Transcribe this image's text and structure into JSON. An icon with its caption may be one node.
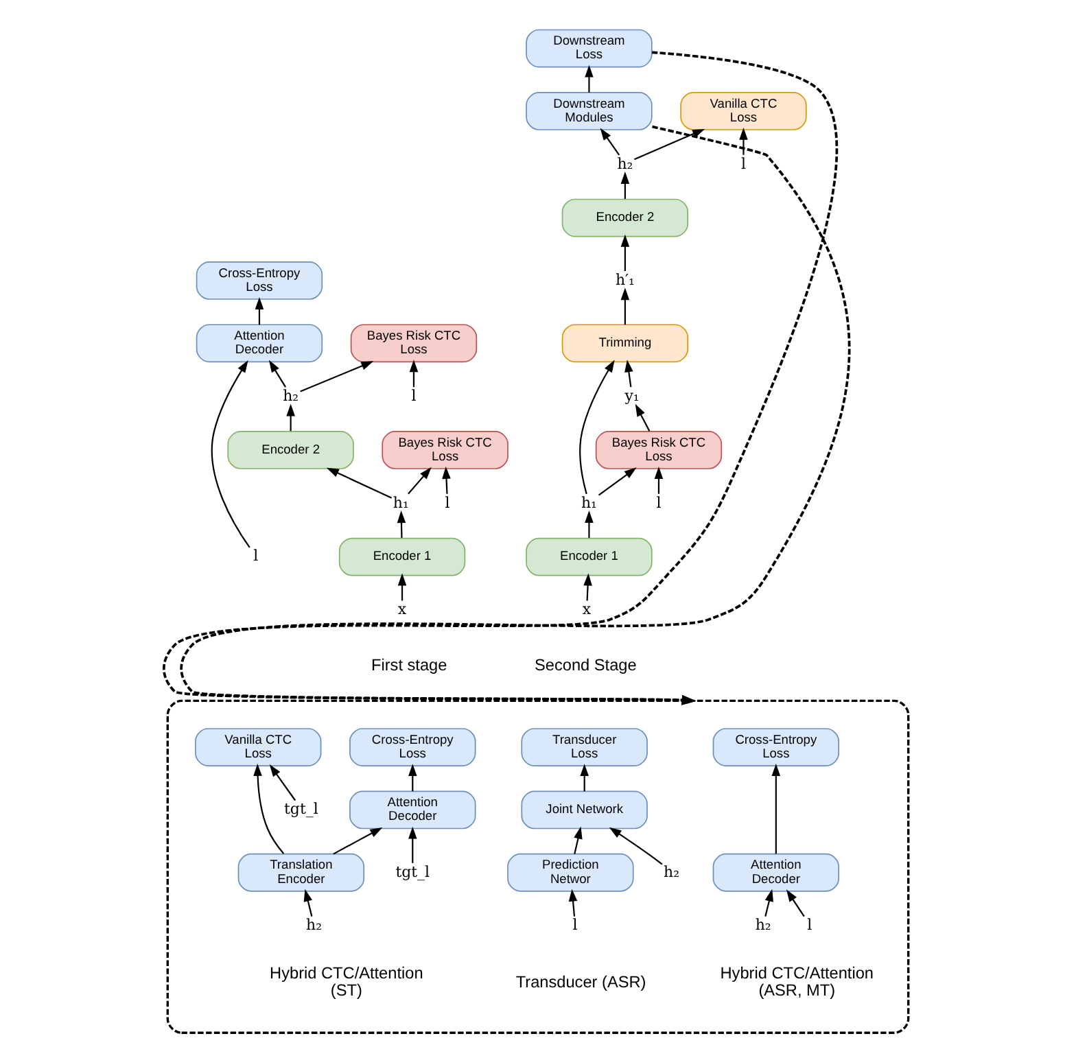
{
  "diagram": {
    "nodes": [
      {
        "text": [
          "Bayes Risk CTC Loss"
        ]
      },
      {
        "text": [
          "l"
        ]
      },
      {
        "text": [
          "h₂"
        ]
      },
      {
        "text": [
          "Encoder 2"
        ]
      },
      {
        "text": [
          "Bayes Risk CTC Loss"
        ]
      },
      {
        "text": [
          "h₁"
        ]
      },
      {
        "text": [
          "l"
        ]
      },
      {
        "text": [
          "Encoder 1"
        ]
      },
      {
        "text": [
          "x"
        ]
      },
      {
        "text": [
          "Cross-Entropy Loss"
        ]
      },
      {
        "text": [
          "Attention Decoder"
        ]
      },
      {
        "text": [
          "l"
        ]
      },
      {
        "text": [
          "Vanilla CTC Loss"
        ]
      },
      {
        "text": [
          "l"
        ]
      },
      {
        "text": [
          "h₂"
        ]
      },
      {
        "text": [
          "Encoder 2"
        ]
      },
      {
        "text": [
          "h′₁"
        ]
      },
      {
        "text": [
          "Trimming"
        ]
      },
      {
        "text": [
          "y₁"
        ]
      },
      {
        "text": [
          "Bayes Risk CTC Loss"
        ]
      },
      {
        "text": [
          "h₁"
        ]
      },
      {
        "text": [
          "l"
        ]
      },
      {
        "text": [
          "Encoder 1"
        ]
      },
      {
        "text": [
          "x"
        ]
      },
      {
        "text": [
          "Downstream Loss"
        ]
      },
      {
        "text": [
          "Downstream Modules"
        ]
      },
      {
        "text": [],
        "shape": "box"
      },
      {
        "text": [
          "Cross-Entropy Loss"
        ],
        "in": 26
      },
      {
        "text": [
          "Attention Decoder"
        ],
        "in": 26
      },
      {
        "text": [
          "h₂"
        ],
        "in": 26
      },
      {
        "text": [
          "l"
        ],
        "in": 26
      },
      {
        "text": [
          "Transducer Loss"
        ],
        "in": 26
      },
      {
        "text": [
          "Joint Network"
        ],
        "in": 26
      },
      {
        "text": [
          "h₂"
        ],
        "in": 26
      },
      {
        "text": [
          "Prediction Networ"
        ],
        "in": 26
      },
      {
        "text": [
          "l"
        ],
        "in": 26
      },
      {
        "text": [
          "Vanilla CTC Loss"
        ],
        "in": 26
      },
      {
        "text": [
          "tgt_l"
        ],
        "in": 26
      },
      {
        "text": [
          "Translation Encoder"
        ],
        "in": 26
      },
      {
        "text": [
          "h₂"
        ],
        "in": 26
      },
      {
        "text": [
          "Cross-Entropy Loss"
        ],
        "in": 26
      },
      {
        "text": [
          "Attention Decoder"
        ],
        "in": 26
      },
      {
        "text": [
          "tgt_l"
        ],
        "in": 26
      }
    ],
    "edges": [
      {
        "from": 1,
        "to": 0,
        "arrow": "to"
      },
      {
        "from": 2,
        "to": 0,
        "arrow": "to"
      },
      {
        "from": 3,
        "to": 2,
        "arrow": "to"
      },
      {
        "from": 5,
        "to": 3,
        "arrow": "to"
      },
      {
        "from": 5,
        "to": 4,
        "arrow": "to"
      },
      {
        "from": 6,
        "to": 4,
        "arrow": "to"
      },
      {
        "from": 7,
        "to": 5,
        "arrow": "to"
      },
      {
        "from": 8,
        "to": 7,
        "arrow": "to"
      },
      {
        "from": 2,
        "to": 10,
        "arrow": "to"
      },
      {
        "from": 11,
        "to": 10,
        "arrow": "to"
      },
      {
        "from": 10,
        "to": 9,
        "arrow": "to"
      },
      {
        "from": 13,
        "to": 12,
        "arrow": "to"
      },
      {
        "from": 14,
        "to": 12,
        "arrow": "to"
      },
      {
        "from": 15,
        "to": 14,
        "arrow": "to"
      },
      {
        "from": 16,
        "to": 15,
        "arrow": "to"
      },
      {
        "from": 17,
        "to": 16,
        "arrow": "to"
      },
      {
        "from": 19,
        "to": 18,
        "arrow": "to"
      },
      {
        "from": 18,
        "to": 17,
        "arrow": "to"
      },
      {
        "from": 20,
        "to": 19,
        "arrow": "to"
      },
      {
        "from": 21,
        "to": 19,
        "arrow": "to"
      },
      {
        "from": 20,
        "to": 17,
        "arrow": "to"
      },
      {
        "from": 22,
        "to": 20,
        "arrow": "to"
      },
      {
        "from": 23,
        "to": 22,
        "arrow": "to"
      },
      {
        "from": 14,
        "to": 25,
        "arrow": "to"
      },
      {
        "from": 25,
        "to": 24,
        "arrow": "to"
      },
      {
        "from": 24,
        "to": 26,
        "arrow": "to",
        "style": "dashed"
      },
      {
        "from": 25,
        "to": 26,
        "arrow": "to",
        "style": "dashed"
      },
      {
        "from": 28,
        "to": 27,
        "arrow": "to"
      },
      {
        "from": 29,
        "to": 28,
        "arrow": "to"
      },
      {
        "from": 30,
        "to": 28,
        "arrow": "to"
      },
      {
        "from": 32,
        "to": 31,
        "arrow": "to"
      },
      {
        "from": 33,
        "to": 32,
        "arrow": "to"
      },
      {
        "from": 34,
        "to": 32,
        "arrow": "to"
      },
      {
        "from": 35,
        "to": 34,
        "arrow": "to"
      },
      {
        "from": 38,
        "to": 36,
        "arrow": "to"
      },
      {
        "from": 37,
        "to": 36,
        "arrow": "to"
      },
      {
        "from": 39,
        "to": 38,
        "arrow": "to"
      },
      {
        "from": 38,
        "to": 41,
        "arrow": "to"
      },
      {
        "from": 41,
        "to": 40,
        "arrow": "to"
      },
      {
        "from": 42,
        "to": 41,
        "arrow": "to"
      }
    ],
    "labels": [
      "First stage",
      "Second Stage",
      "Hybrid CTC/Attention (ASR, MT)",
      "Transducer (ASR)",
      "Hybrid CTC/Attention (ST)"
    ]
  }
}
